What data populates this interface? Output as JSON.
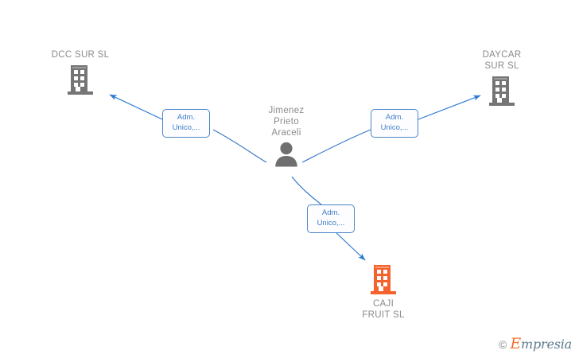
{
  "diagram": {
    "type": "network-graph",
    "title": "",
    "colors": {
      "company_gray": "#757575",
      "company_highlight": "#f4632e",
      "person_gray": "#6f6f6f",
      "edge_blue": "#3a7bc8",
      "label_text": "#8a8a8a",
      "edge_label_border": "#4a86c8",
      "edge_label_text": "#3a7bc8",
      "background": "#ffffff"
    },
    "nodes": [
      {
        "id": "dcc-sur-sl",
        "label": "DCC SUR  SL",
        "kind": "company",
        "icon": "building-icon",
        "highlighted": false,
        "label_position": "above"
      },
      {
        "id": "daycar-sur-sl",
        "label": "DAYCAR\nSUR  SL",
        "kind": "company",
        "icon": "building-icon",
        "highlighted": false,
        "label_position": "above"
      },
      {
        "id": "jimenez-prieto-araceli",
        "label": "Jimenez\nPrieto\nAraceli",
        "kind": "person",
        "icon": "person-icon",
        "highlighted": false,
        "label_position": "above"
      },
      {
        "id": "caji-fruit-sl",
        "label": "CAJI\nFRUIT  SL",
        "kind": "company",
        "icon": "building-icon",
        "highlighted": true,
        "label_position": "below"
      }
    ],
    "edges": [
      {
        "id": "edge-dcc",
        "from": "jimenez-prieto-araceli",
        "to": "dcc-sur-sl",
        "label_line1": "Adm.",
        "label_line2": "Unico,...",
        "direction": "to-target"
      },
      {
        "id": "edge-daycar",
        "from": "jimenez-prieto-araceli",
        "to": "daycar-sur-sl",
        "label_line1": "Adm.",
        "label_line2": "Unico,...",
        "direction": "to-target"
      },
      {
        "id": "edge-caji",
        "from": "jimenez-prieto-araceli",
        "to": "caji-fruit-sl",
        "label_line1": "Adm.",
        "label_line2": "Unico,...",
        "direction": "to-target"
      }
    ]
  },
  "watermark": {
    "copyright_symbol": "©",
    "brand_initial": "E",
    "brand_rest": "mpresia"
  }
}
